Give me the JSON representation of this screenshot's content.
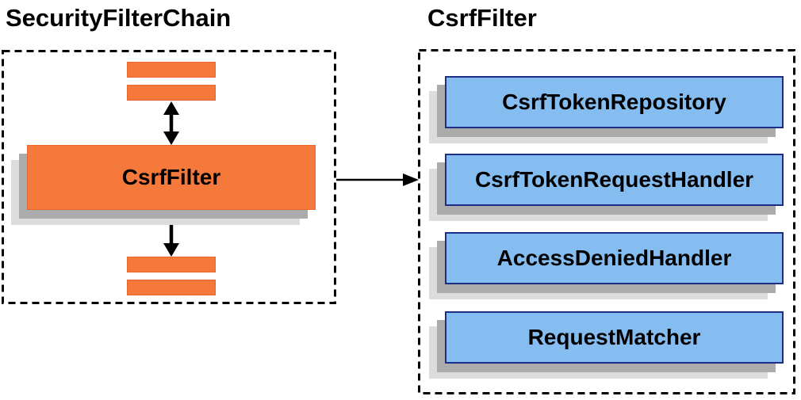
{
  "left_panel": {
    "title": "SecurityFilterChain",
    "filter_label": "CsrfFilter"
  },
  "right_panel": {
    "title": "CsrfFilter",
    "components": [
      "CsrfTokenRepository",
      "CsrfTokenRequestHandler",
      "AccessDeniedHandler",
      "RequestMatcher"
    ]
  },
  "colors": {
    "background": "#FFFFFF",
    "text_color": "#000000",
    "line_color": "#000000",
    "orange_fill": "#F4793B",
    "orange_border": "#E8662A",
    "blue_fill": "#85BDF0",
    "blue_border": "#1C2E86",
    "shadow_dark": "#ABABAB",
    "shadow_light": "#DCDCDC"
  }
}
